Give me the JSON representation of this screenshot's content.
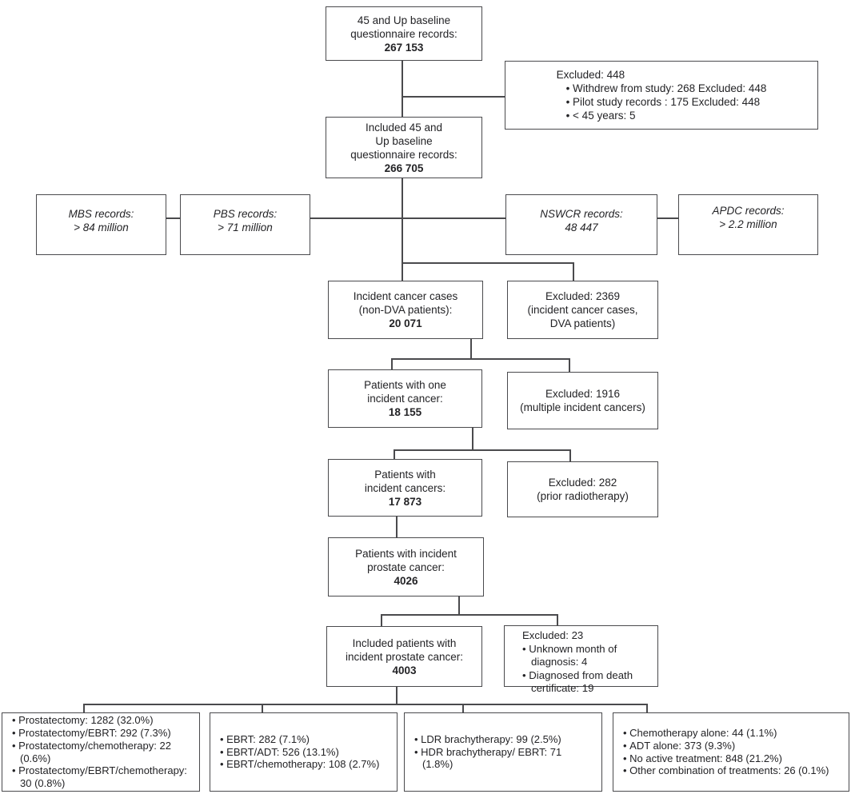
{
  "figure": {
    "title": "Study participant flow diagram",
    "colors": {
      "background": "#ffffff",
      "line": "#4a4a4d",
      "text": "#232326"
    },
    "boxes": {
      "top": {
        "lines": [
          "45 and Up baseline",
          "questionnaire records:"
        ],
        "value": "267 153"
      },
      "excluded_448": {
        "header": "Excluded: 448",
        "items": [
          "Withdrew from study: 268 Excluded: 448",
          "Pilot study records : 175 Excluded: 448",
          "< 45 years: 5"
        ]
      },
      "included_266705": {
        "lines": [
          "Included 45 and",
          "Up baseline",
          "questionnaire records:"
        ],
        "value": "266 705"
      },
      "mbs": {
        "lines": [
          "MBS records:",
          "> 84 million"
        ]
      },
      "pbs": {
        "lines": [
          "PBS records:",
          "> 71 million"
        ]
      },
      "nswcr": {
        "lines": [
          "NSWCR records:",
          "48 447"
        ]
      },
      "apdc": {
        "lines": [
          "APDC records:",
          "> 2.2 million"
        ]
      },
      "incident_cases": {
        "lines": [
          "Incident cancer cases",
          "(non-DVA patients):"
        ],
        "value": "20 071"
      },
      "excluded_2369": {
        "lines": [
          "Excluded: 2369",
          "(incident cancer cases,",
          "DVA patients)"
        ]
      },
      "one_incident": {
        "lines": [
          "Patients with one",
          "incident cancer:"
        ],
        "value": "18 155"
      },
      "excluded_1916": {
        "lines": [
          "Excluded: 1916",
          "(multiple incident cancers)"
        ]
      },
      "incident_cancers": {
        "lines": [
          "Patients with",
          "incident cancers:"
        ],
        "value": "17 873"
      },
      "excluded_282": {
        "lines": [
          "Excluded: 282",
          "(prior radiotherapy)"
        ]
      },
      "prostate": {
        "lines": [
          "Patients with incident",
          "prostate cancer:"
        ],
        "value": "4026"
      },
      "included_4003": {
        "lines": [
          "Included patients with",
          "incident prostate cancer:"
        ],
        "value": "4003"
      },
      "excluded_23": {
        "header": "Excluded: 23",
        "items": [
          "Unknown month of diagnosis: 4",
          "Diagnosed from death certificate: 19"
        ]
      },
      "surgery": {
        "items": [
          "Prostatectomy: 1282 (32.0%)",
          "Prostatectomy/EBRT: 292 (7.3%)",
          "Prostatectomy/chemotherapy: 22 (0.6%)",
          "Prostatectomy/EBRT/chemotherapy: 30 (0.8%)"
        ]
      },
      "ebrt": {
        "items": [
          "EBRT: 282 (7.1%)",
          "EBRT/ADT: 526 (13.1%)",
          "EBRT/chemotherapy: 108 (2.7%)"
        ]
      },
      "brachytherapy": {
        "items": [
          "LDR brachytherapy: 99 (2.5%)",
          "HDR brachytherapy/ EBRT: 71 (1.8%)"
        ]
      },
      "other_treatment": {
        "items": [
          "Chemotherapy alone: 44 (1.1%)",
          "ADT alone: 373 (9.3%)",
          "No active treatment: 848 (21.2%)",
          "Other combination of treatments: 26 (0.1%)"
        ]
      }
    }
  }
}
